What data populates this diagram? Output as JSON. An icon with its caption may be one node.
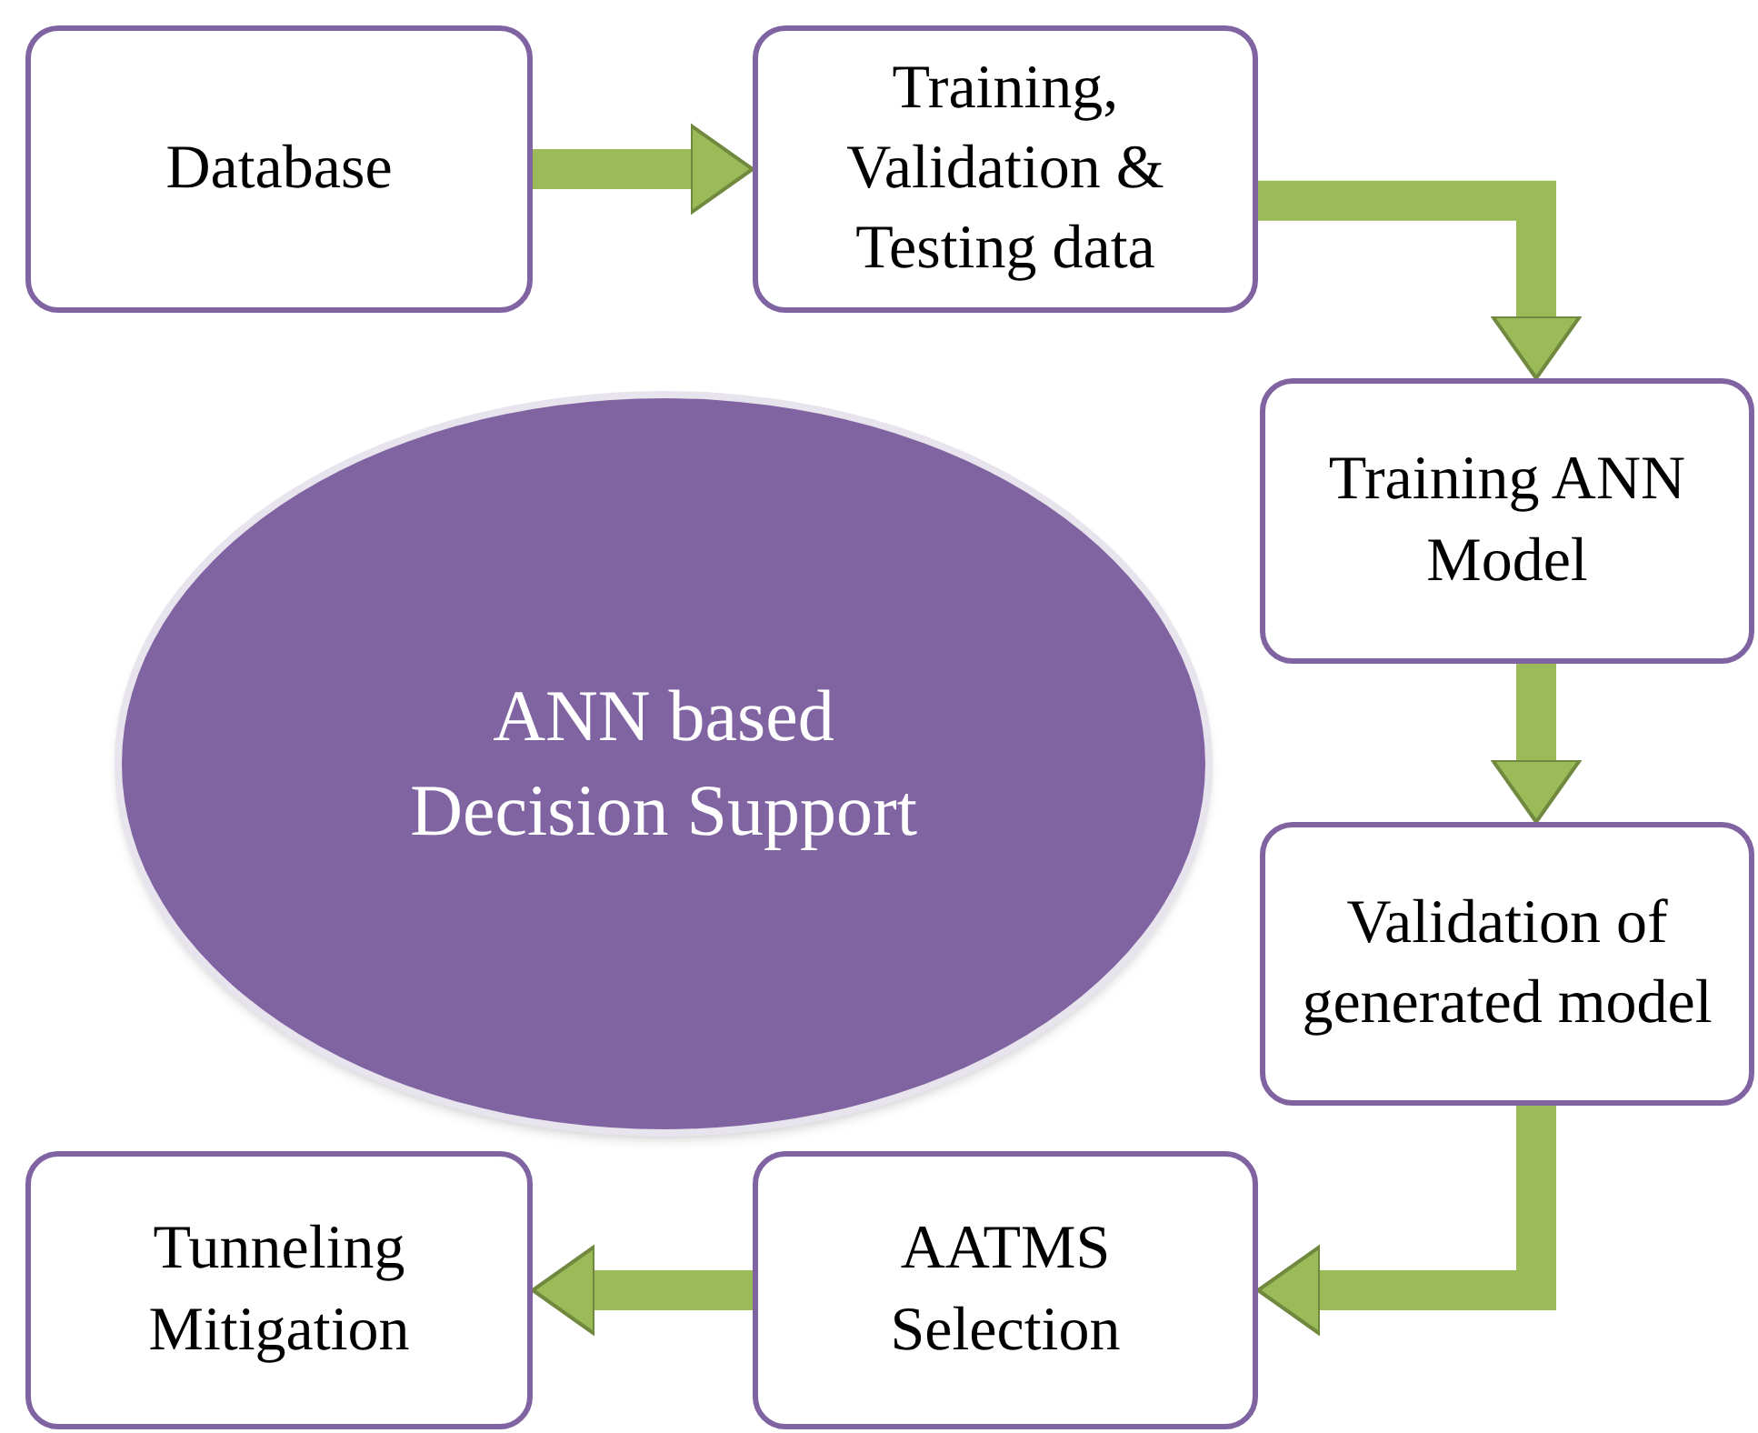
{
  "diagram": {
    "nodes": [
      {
        "text": [
          "Database"
        ]
      },
      {
        "text": [
          "Training, Validation & Testing data"
        ]
      },
      {
        "text": [
          "Training ANN Model"
        ]
      },
      {
        "text": [
          "Validation of generated model"
        ]
      },
      {
        "text": [
          "AATMS Selection"
        ]
      },
      {
        "text": [
          "Tunneling Mitigation"
        ]
      },
      {
        "text": [
          "ANN based Decision Support"
        ]
      }
    ],
    "edges": [
      {
        "from": 0,
        "to": 1,
        "arrow": "to"
      },
      {
        "from": 1,
        "to": 2,
        "arrow": "to"
      },
      {
        "from": 2,
        "to": 3,
        "arrow": "to"
      },
      {
        "from": 3,
        "to": 4,
        "arrow": "to"
      },
      {
        "from": 4,
        "to": 5,
        "arrow": "to"
      }
    ]
  }
}
